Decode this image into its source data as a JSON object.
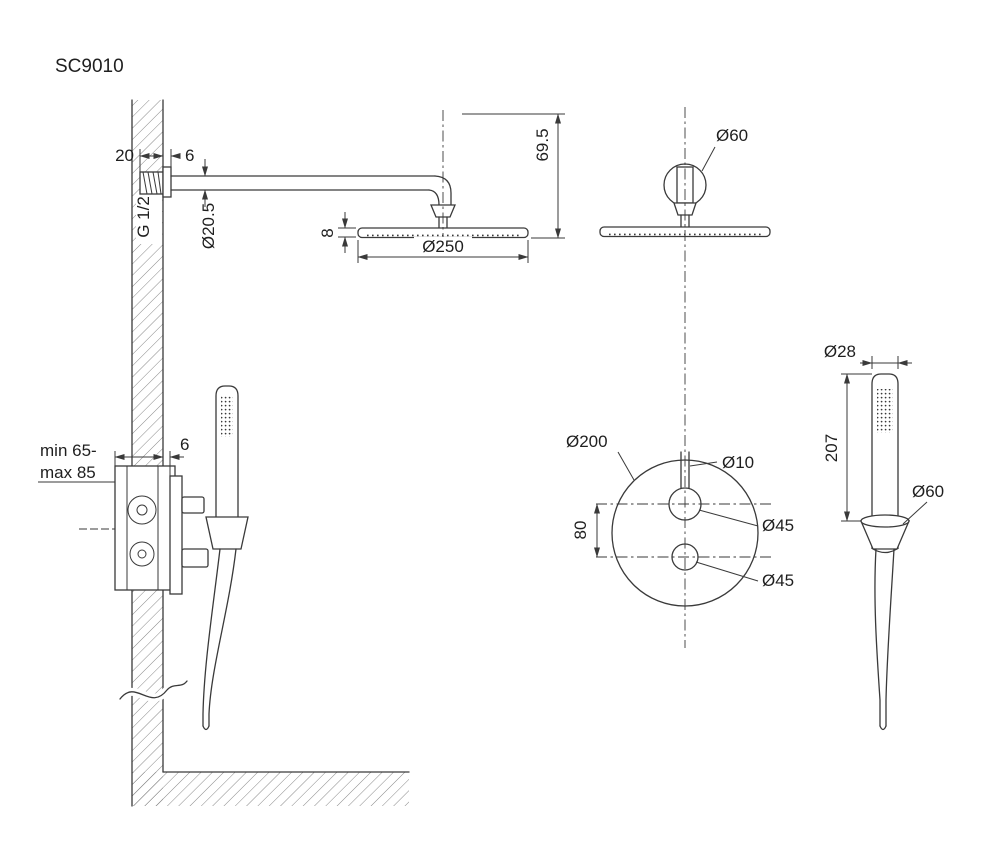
{
  "drawing": {
    "model": "SC9010",
    "side_view": {
      "dim_embed": "20",
      "dim_flange": "6",
      "thread_label": "G 1/2",
      "arm_diameter": "Ø20.5",
      "head_thickness": "8",
      "head_diameter": "Ø250",
      "head_drop": "69.5"
    },
    "front_view_head": {
      "elbow_diameter": "Ø60"
    },
    "front_view_valve": {
      "plate_diameter": "Ø200",
      "stem_diameter": "Ø10",
      "knob_spacing": "80",
      "knob_top_diameter": "Ø45",
      "knob_bottom_diameter": "Ø45"
    },
    "installation": {
      "depth_min": "min 65-",
      "depth_max": "max 85",
      "plate_offset": "6"
    },
    "hand_shower": {
      "head_diameter": "Ø28",
      "length": "207",
      "holder_diameter": "Ø60"
    },
    "colors": {
      "line": "#3a3a3a",
      "text": "#1f1f1f",
      "background": "#ffffff"
    }
  }
}
